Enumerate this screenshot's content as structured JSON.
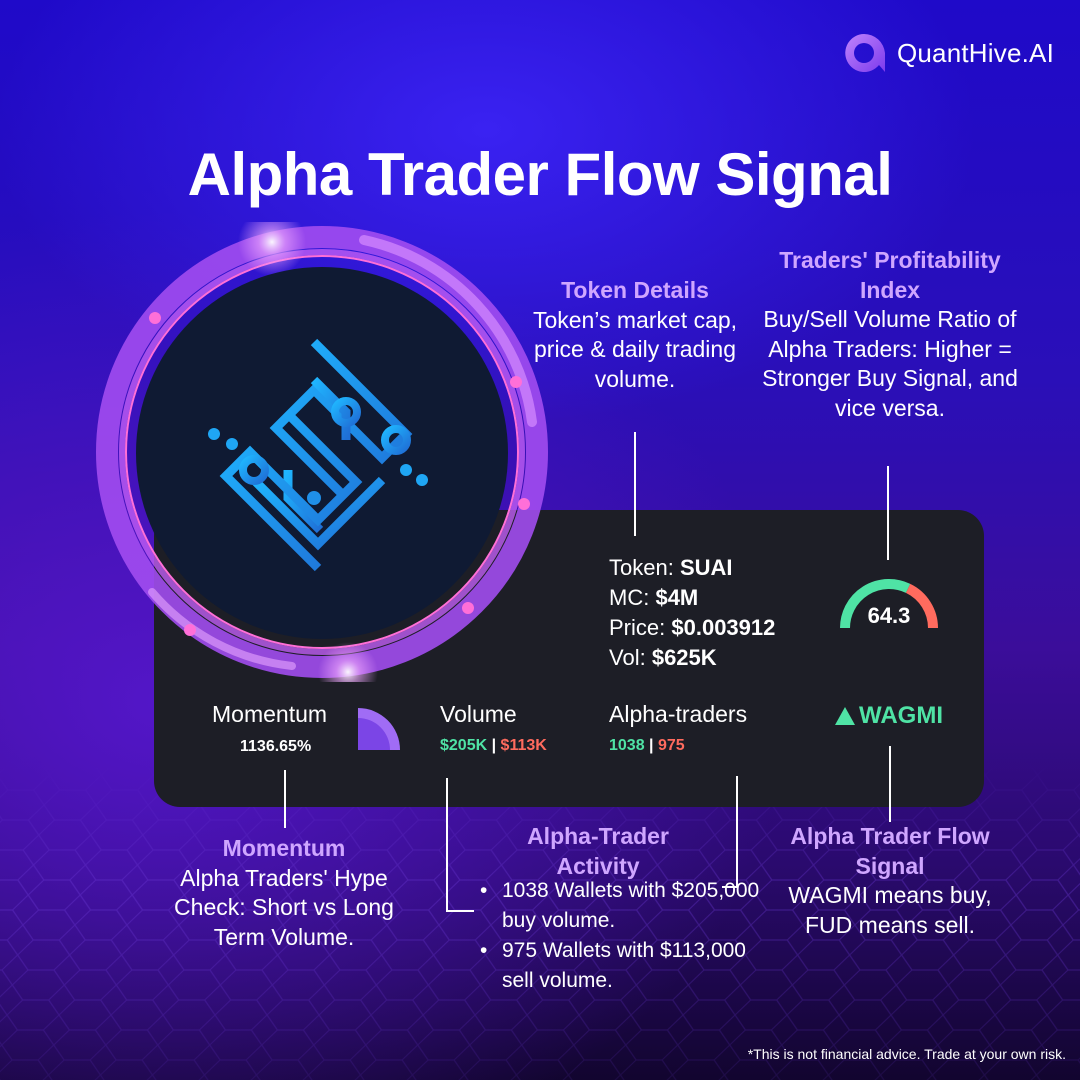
{
  "brand": {
    "name": "QuantHive.AI",
    "logo_icon": "q-logo-icon",
    "accent": "#a855f7"
  },
  "title": "Alpha Trader Flow Signal",
  "labels": {
    "token_details": {
      "title": "Token Details",
      "body": "Token’s market cap, price & daily trading volume."
    },
    "profitability": {
      "title": "Traders' Profitability Index",
      "body": "Buy/Sell Volume Ratio of Alpha Traders: Higher = Stronger Buy Signal, and vice versa."
    },
    "momentum": {
      "title": "Momentum",
      "body": "Alpha Traders' Hype Check: Short vs Long Term Volume."
    },
    "activity": {
      "title": "Alpha-Trader Activity",
      "bullets": [
        "1038 Wallets with $205,000 buy volume.",
        "975 Wallets with $113,000 sell volume."
      ]
    },
    "flow_signal": {
      "title": "Alpha Trader Flow Signal",
      "body": "WAGMI means buy, FUD means sell."
    }
  },
  "card": {
    "token_label": "Token:",
    "token_value": "SUAI",
    "mc_label": "MC:",
    "mc_value": "$4M",
    "price_label": "Price:",
    "price_value": "$0.003912",
    "vol_label": "Vol:",
    "vol_value": "$625K",
    "index_value": "64.3",
    "index_fraction": 0.643,
    "momentum_title": "Momentum",
    "momentum_value": "1136.65%",
    "volume_title": "Volume",
    "volume_buy": "$205K",
    "volume_sell": "$113K",
    "traders_title": "Alpha-traders",
    "traders_buy": "1038",
    "traders_sell": "975",
    "signal": "WAGMI",
    "signal_icon": "triangle-up-icon",
    "separator": "|"
  },
  "colors": {
    "green": "#4fe3a5",
    "red": "#ff6b5e",
    "purple_label": "#cfa6ff",
    "panel": "#1d1e26"
  },
  "disclaimer": "*This is not financial advice. Trade at your own risk."
}
